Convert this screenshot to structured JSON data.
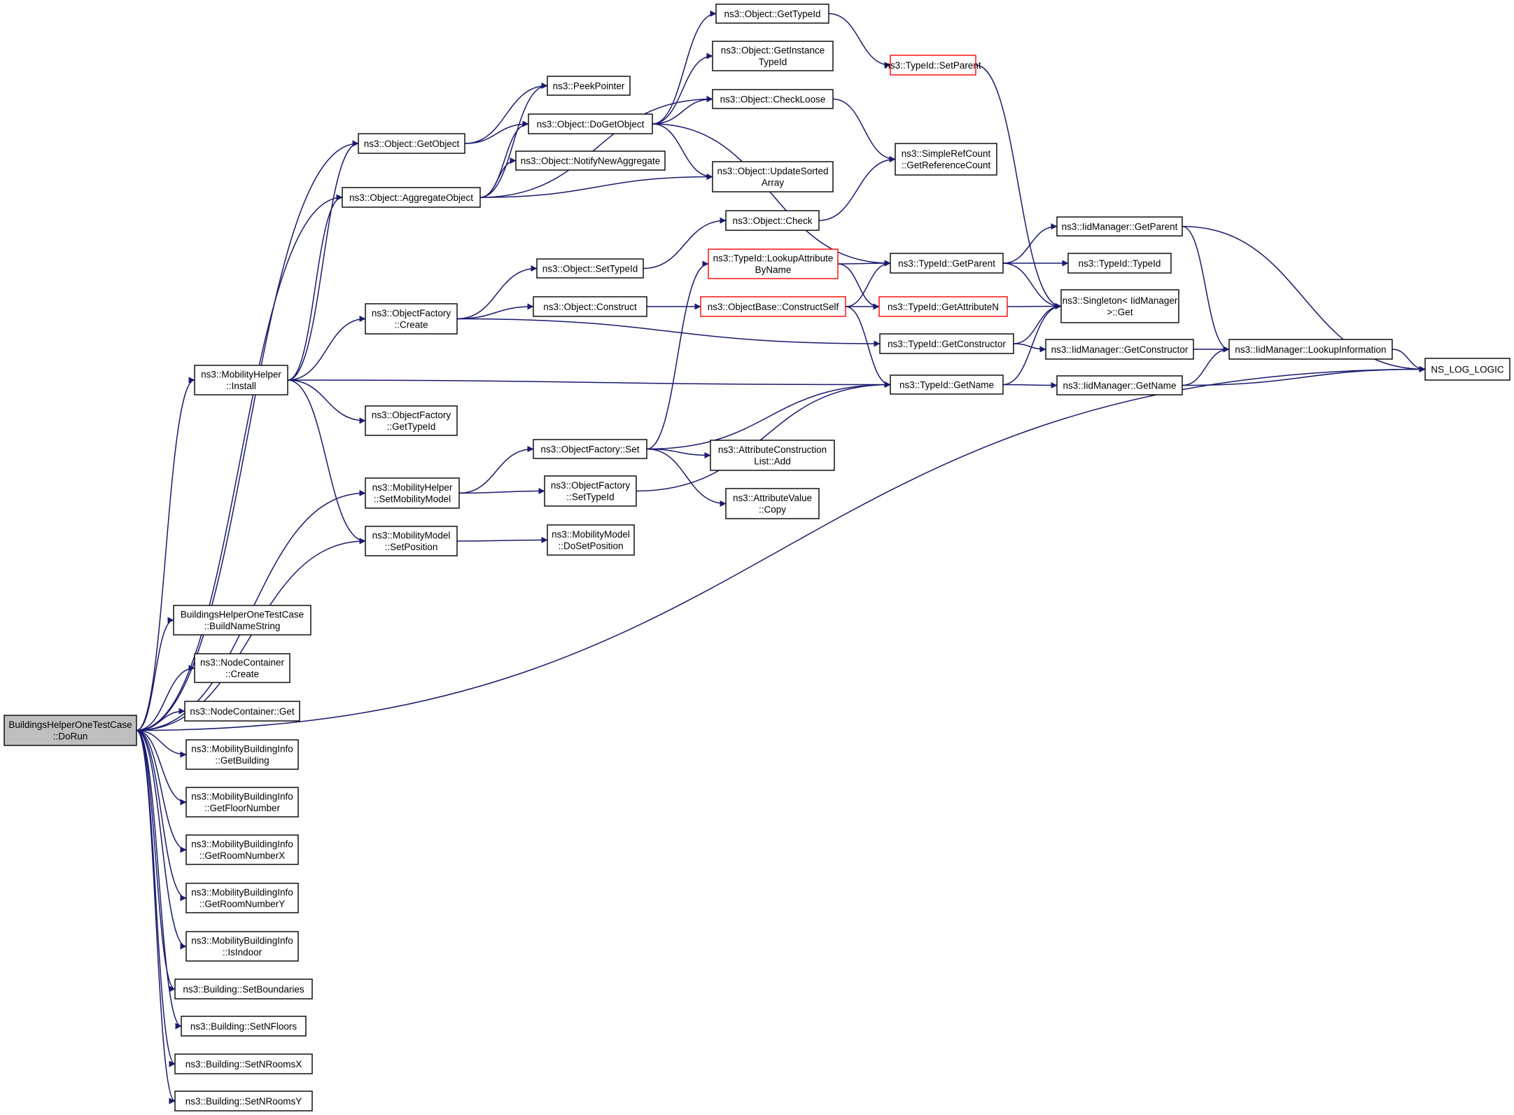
{
  "colors": {
    "edge": "#191970",
    "node_border": "#000000",
    "node_fill": "#ffffff",
    "truncated_border": "#ff0000",
    "root_fill": "#bfbfbf"
  },
  "nodes": [
    {
      "id": "root",
      "lines": [
        "BuildingsHelperOneTestCase",
        "::DoRun"
      ],
      "style": "root"
    },
    {
      "id": "getObject",
      "lines": [
        "ns3::Object::GetObject"
      ]
    },
    {
      "id": "aggregateObject",
      "lines": [
        "ns3::Object::AggregateObject"
      ]
    },
    {
      "id": "mhInstall",
      "lines": [
        "ns3::MobilityHelper",
        "::Install"
      ]
    },
    {
      "id": "mhSetMobilityModel",
      "lines": [
        "ns3::MobilityHelper",
        "::SetMobilityModel"
      ]
    },
    {
      "id": "mmSetPosition",
      "lines": [
        "ns3::MobilityModel",
        "::SetPosition"
      ]
    },
    {
      "id": "nsLogLogic",
      "lines": [
        "NS_LOG_LOGIC"
      ]
    },
    {
      "id": "buildNameString",
      "lines": [
        "BuildingsHelperOneTestCase",
        "::BuildNameString"
      ]
    },
    {
      "id": "ncCreate",
      "lines": [
        "ns3::NodeContainer",
        "::Create"
      ]
    },
    {
      "id": "ncGet",
      "lines": [
        "ns3::NodeContainer::Get"
      ]
    },
    {
      "id": "mbiGetBuilding",
      "lines": [
        "ns3::MobilityBuildingInfo",
        "::GetBuilding"
      ]
    },
    {
      "id": "mbiGetFloorNumber",
      "lines": [
        "ns3::MobilityBuildingInfo",
        "::GetFloorNumber"
      ]
    },
    {
      "id": "mbiGetRoomNumberX",
      "lines": [
        "ns3::MobilityBuildingInfo",
        "::GetRoomNumberX"
      ]
    },
    {
      "id": "mbiGetRoomNumberY",
      "lines": [
        "ns3::MobilityBuildingInfo",
        "::GetRoomNumberY"
      ]
    },
    {
      "id": "mbiIsIndoor",
      "lines": [
        "ns3::MobilityBuildingInfo",
        "::IsIndoor"
      ]
    },
    {
      "id": "bSetBoundaries",
      "lines": [
        "ns3::Building::SetBoundaries"
      ]
    },
    {
      "id": "bSetNFloors",
      "lines": [
        "ns3::Building::SetNFloors"
      ]
    },
    {
      "id": "bSetNRoomsX",
      "lines": [
        "ns3::Building::SetNRoomsX"
      ]
    },
    {
      "id": "bSetNRoomsY",
      "lines": [
        "ns3::Building::SetNRoomsY"
      ]
    },
    {
      "id": "peekPointer",
      "lines": [
        "ns3::PeekPointer"
      ]
    },
    {
      "id": "doGetObject",
      "lines": [
        "ns3::Object::DoGetObject"
      ]
    },
    {
      "id": "notifyNewAggregate",
      "lines": [
        "ns3::Object::NotifyNewAggregate"
      ]
    },
    {
      "id": "ofCreate",
      "lines": [
        "ns3::ObjectFactory",
        "::Create"
      ]
    },
    {
      "id": "ofGetTypeId",
      "lines": [
        "ns3::ObjectFactory",
        "::GetTypeId"
      ]
    },
    {
      "id": "ofSet",
      "lines": [
        "ns3::ObjectFactory::Set"
      ]
    },
    {
      "id": "ofSetTypeId",
      "lines": [
        "ns3::ObjectFactory",
        "::SetTypeId"
      ]
    },
    {
      "id": "mmDoSetPosition",
      "lines": [
        "ns3::MobilityModel",
        "::DoSetPosition"
      ]
    },
    {
      "id": "objSetTypeId",
      "lines": [
        "ns3::Object::SetTypeId"
      ]
    },
    {
      "id": "objConstruct",
      "lines": [
        "ns3::Object::Construct"
      ]
    },
    {
      "id": "objGetTypeId",
      "lines": [
        "ns3::Object::GetTypeId"
      ]
    },
    {
      "id": "objGetInstanceTypeId",
      "lines": [
        "ns3::Object::GetInstance",
        "TypeId"
      ]
    },
    {
      "id": "objCheckLoose",
      "lines": [
        "ns3::Object::CheckLoose"
      ]
    },
    {
      "id": "objUpdateSortedArray",
      "lines": [
        "ns3::Object::UpdateSorted",
        "Array"
      ]
    },
    {
      "id": "objCheck",
      "lines": [
        "ns3::Object::Check"
      ]
    },
    {
      "id": "tidLookupAttributeByName",
      "lines": [
        "ns3::TypeId::LookupAttribute",
        "ByName"
      ],
      "style": "truncated"
    },
    {
      "id": "obConstructSelf",
      "lines": [
        "ns3::ObjectBase::ConstructSelf"
      ],
      "style": "truncated"
    },
    {
      "id": "aclAdd",
      "lines": [
        "ns3::AttributeConstruction",
        "List::Add"
      ]
    },
    {
      "id": "avCopy",
      "lines": [
        "ns3::AttributeValue",
        "::Copy"
      ]
    },
    {
      "id": "tidSetParent",
      "lines": [
        "ns3::TypeId::SetParent"
      ],
      "style": "truncated"
    },
    {
      "id": "srcGetReferenceCount",
      "lines": [
        "ns3::SimpleRefCount",
        "::GetReferenceCount"
      ]
    },
    {
      "id": "tidGetParent",
      "lines": [
        "ns3::TypeId::GetParent"
      ]
    },
    {
      "id": "tidGetAttributeN",
      "lines": [
        "ns3::TypeId::GetAttributeN"
      ],
      "style": "truncated"
    },
    {
      "id": "tidGetConstructor",
      "lines": [
        "ns3::TypeId::GetConstructor"
      ]
    },
    {
      "id": "tidGetName",
      "lines": [
        "ns3::TypeId::GetName"
      ]
    },
    {
      "id": "iidGetParent",
      "lines": [
        "ns3::IidManager::GetParent"
      ]
    },
    {
      "id": "tidTypeId",
      "lines": [
        "ns3::TypeId::TypeId"
      ]
    },
    {
      "id": "singletonGet",
      "lines": [
        "ns3::Singleton< IidManager",
        " >::Get"
      ]
    },
    {
      "id": "iidGetConstructor",
      "lines": [
        "ns3::IidManager::GetConstructor"
      ]
    },
    {
      "id": "iidGetName",
      "lines": [
        "ns3::IidManager::GetName"
      ]
    },
    {
      "id": "iidLookupInformation",
      "lines": [
        "ns3::IidManager::LookupInformation"
      ]
    }
  ],
  "edges": [
    [
      "root",
      "getObject"
    ],
    [
      "root",
      "aggregateObject"
    ],
    [
      "root",
      "mhInstall"
    ],
    [
      "root",
      "mhSetMobilityModel"
    ],
    [
      "root",
      "mmSetPosition"
    ],
    [
      "root",
      "nsLogLogic"
    ],
    [
      "root",
      "buildNameString"
    ],
    [
      "root",
      "ncCreate"
    ],
    [
      "root",
      "ncGet"
    ],
    [
      "root",
      "mbiGetBuilding"
    ],
    [
      "root",
      "mbiGetFloorNumber"
    ],
    [
      "root",
      "mbiGetRoomNumberX"
    ],
    [
      "root",
      "mbiGetRoomNumberY"
    ],
    [
      "root",
      "mbiIsIndoor"
    ],
    [
      "root",
      "bSetBoundaries"
    ],
    [
      "root",
      "bSetNFloors"
    ],
    [
      "root",
      "bSetNRoomsX"
    ],
    [
      "root",
      "bSetNRoomsY"
    ],
    [
      "getObject",
      "peekPointer"
    ],
    [
      "getObject",
      "doGetObject"
    ],
    [
      "aggregateObject",
      "peekPointer"
    ],
    [
      "aggregateObject",
      "doGetObject"
    ],
    [
      "aggregateObject",
      "notifyNewAggregate"
    ],
    [
      "aggregateObject",
      "objCheckLoose"
    ],
    [
      "aggregateObject",
      "objUpdateSortedArray"
    ],
    [
      "mhInstall",
      "getObject"
    ],
    [
      "mhInstall",
      "aggregateObject"
    ],
    [
      "mhInstall",
      "ofCreate"
    ],
    [
      "mhInstall",
      "ofGetTypeId"
    ],
    [
      "mhInstall",
      "mmSetPosition"
    ],
    [
      "mhInstall",
      "tidGetName"
    ],
    [
      "mhSetMobilityModel",
      "ofSet"
    ],
    [
      "mhSetMobilityModel",
      "ofSetTypeId"
    ],
    [
      "mmSetPosition",
      "mmDoSetPosition"
    ],
    [
      "doGetObject",
      "objGetTypeId"
    ],
    [
      "doGetObject",
      "objGetInstanceTypeId"
    ],
    [
      "doGetObject",
      "objCheckLoose"
    ],
    [
      "doGetObject",
      "objUpdateSortedArray"
    ],
    [
      "doGetObject",
      "tidGetParent"
    ],
    [
      "ofCreate",
      "objSetTypeId"
    ],
    [
      "ofCreate",
      "objConstruct"
    ],
    [
      "ofCreate",
      "tidGetConstructor"
    ],
    [
      "ofSet",
      "tidLookupAttributeByName"
    ],
    [
      "ofSet",
      "aclAdd"
    ],
    [
      "ofSet",
      "avCopy"
    ],
    [
      "ofSet",
      "tidGetName"
    ],
    [
      "ofSetTypeId",
      "tidGetName"
    ],
    [
      "objSetTypeId",
      "objCheck"
    ],
    [
      "objConstruct",
      "obConstructSelf"
    ],
    [
      "objGetTypeId",
      "tidSetParent"
    ],
    [
      "objCheckLoose",
      "srcGetReferenceCount"
    ],
    [
      "objCheck",
      "srcGetReferenceCount"
    ],
    [
      "tidSetParent",
      "singletonGet"
    ],
    [
      "tidLookupAttributeByName",
      "tidGetParent"
    ],
    [
      "tidLookupAttributeByName",
      "tidGetAttributeN"
    ],
    [
      "obConstructSelf",
      "tidGetParent"
    ],
    [
      "obConstructSelf",
      "tidGetAttributeN"
    ],
    [
      "obConstructSelf",
      "tidGetName"
    ],
    [
      "tidGetParent",
      "iidGetParent"
    ],
    [
      "tidGetParent",
      "tidTypeId"
    ],
    [
      "tidGetParent",
      "singletonGet"
    ],
    [
      "tidGetAttributeN",
      "singletonGet"
    ],
    [
      "tidGetConstructor",
      "singletonGet"
    ],
    [
      "tidGetConstructor",
      "iidGetConstructor"
    ],
    [
      "tidGetName",
      "singletonGet"
    ],
    [
      "tidGetName",
      "iidGetName"
    ],
    [
      "iidGetParent",
      "iidLookupInformation"
    ],
    [
      "iidGetParent",
      "nsLogLogic"
    ],
    [
      "iidGetConstructor",
      "iidLookupInformation"
    ],
    [
      "iidGetName",
      "iidLookupInformation"
    ],
    [
      "iidGetName",
      "nsLogLogic"
    ],
    [
      "iidLookupInformation",
      "nsLogLogic"
    ]
  ]
}
